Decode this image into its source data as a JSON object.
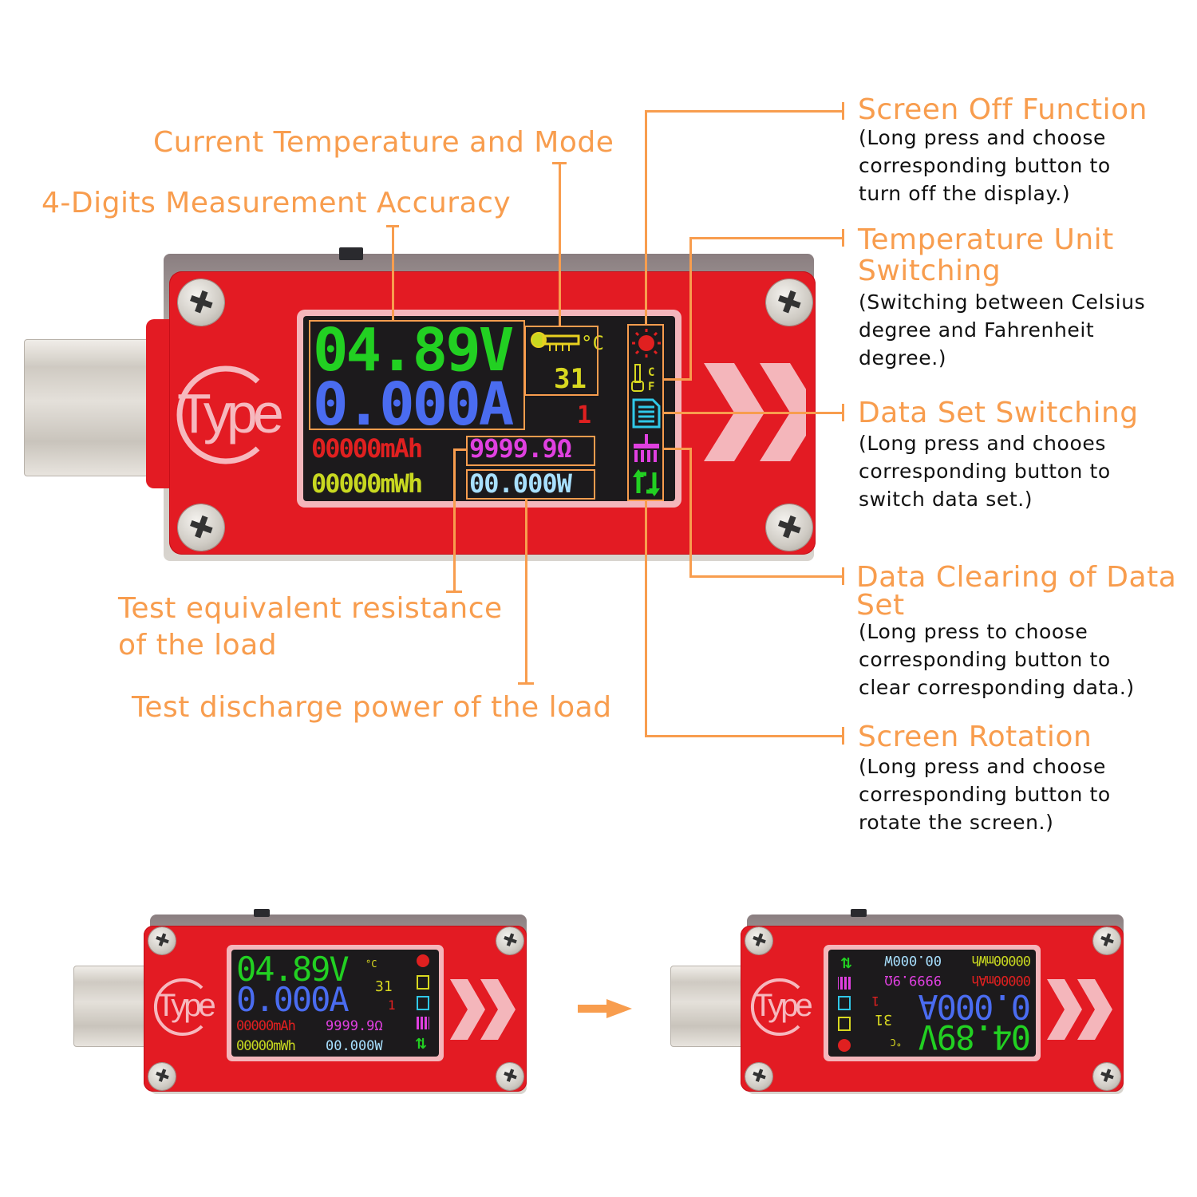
{
  "callouts_left": {
    "current_temperature_mode": "Current Temperature and Mode",
    "four_digits_accuracy": "4-Digits Measurement Accuracy",
    "equivalent_resistance_line1": "Test equivalent resistance",
    "equivalent_resistance_line2": "of the load",
    "discharge_power": "Test discharge power of the load"
  },
  "callouts_right": [
    {
      "title": "Screen Off Function",
      "desc": [
        "(Long press and choose",
        "corresponding button to",
        "turn off the display.)"
      ]
    },
    {
      "title_line1": "Temperature Unit",
      "title_line2": "Switching",
      "desc": [
        "(Switching between Celsius",
        "degree and Fahrenheit",
        "degree.)"
      ]
    },
    {
      "title": "Data Set Switching",
      "desc": [
        "(Long press and chooes",
        "corresponding button to",
        "switch data set.)"
      ]
    },
    {
      "title_line1": "Data Clearing of Data",
      "title_line2": "Set",
      "desc": [
        "(Long press to choose",
        "corresponding button to",
        "clear corresponding data.)"
      ]
    },
    {
      "title": "Screen Rotation",
      "desc": [
        "(Long press and choose",
        "corresponding button to",
        "rotate the screen.)"
      ]
    }
  ],
  "device": {
    "logo": "Type",
    "display": {
      "voltage": "04.89V",
      "current": "0.000A",
      "temperature_unit": "°C",
      "temperature": "31",
      "data_set": "1",
      "capacity": "00000mAh",
      "resistance": "9999.9Ω",
      "energy": "00000mWh",
      "power": "00.000W"
    },
    "side_icons": [
      "screen-off-sun-icon",
      "temperature-unit-icon",
      "data-set-document-icon",
      "clear-data-brush-icon",
      "rotate-screen-icon"
    ]
  },
  "colors": {
    "accent": "#f89d4e",
    "device_red": "#e31b23",
    "voltage": "#22d022",
    "current": "#4a6cf0",
    "capacity": "#e02020",
    "resistance": "#e040e0",
    "energy": "#c8d820",
    "power": "#a8e0ff",
    "temperature": "#d8d820"
  },
  "comparison": {
    "arrow": "transition-arrow-icon",
    "normal_label": "",
    "rotated_label": ""
  }
}
